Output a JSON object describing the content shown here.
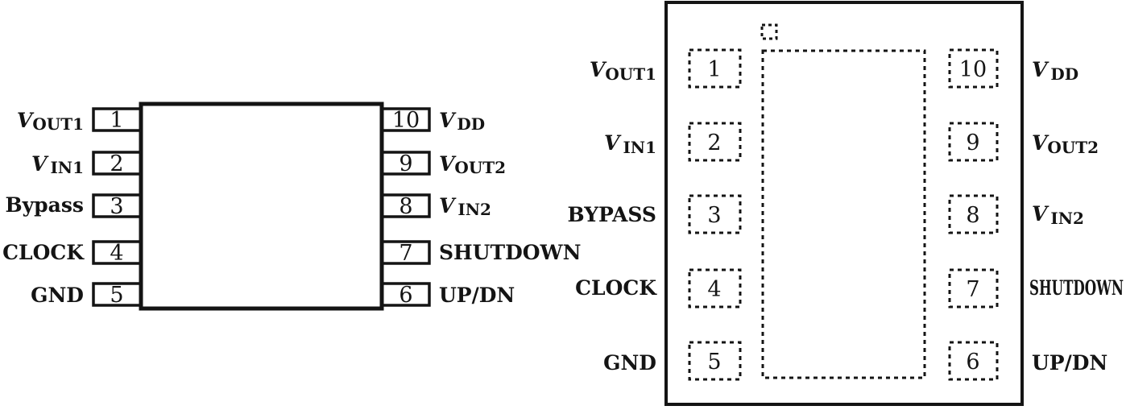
{
  "msop_package": {
    "pins": [
      {
        "number": "1",
        "v": "V",
        "label": "OUT1"
      },
      {
        "number": "2",
        "v": "V",
        "label": "IN1"
      },
      {
        "number": "3",
        "v": "",
        "label": "Bypass"
      },
      {
        "number": "4",
        "v": "",
        "label": "CLOCK"
      },
      {
        "number": "5",
        "v": "",
        "label": "GND"
      },
      {
        "number": "6",
        "v": "",
        "label": "UP/DN"
      },
      {
        "number": "7",
        "v": "",
        "label": "SHUTDOWN"
      },
      {
        "number": "8",
        "v": "V",
        "label": "IN2"
      },
      {
        "number": "9",
        "v": "V",
        "label": "OUT2"
      },
      {
        "number": "10",
        "v": "V",
        "label": "DD"
      }
    ]
  },
  "dfn_package": {
    "pins": [
      {
        "number": "1",
        "v": "V",
        "label": "OUT1"
      },
      {
        "number": "2",
        "v": "V",
        "label": "IN1"
      },
      {
        "number": "3",
        "v": "",
        "label": "BYPASS"
      },
      {
        "number": "4",
        "v": "",
        "label": "CLOCK"
      },
      {
        "number": "5",
        "v": "",
        "label": "GND"
      },
      {
        "number": "6",
        "v": "",
        "label": "UP/DN"
      },
      {
        "number": "7",
        "v": "",
        "label": "SHUTDOWN"
      },
      {
        "number": "8",
        "v": "V",
        "label": "IN2"
      },
      {
        "number": "9",
        "v": "V",
        "label": "OUT2"
      },
      {
        "number": "10",
        "v": "V",
        "label": "DD"
      }
    ]
  }
}
